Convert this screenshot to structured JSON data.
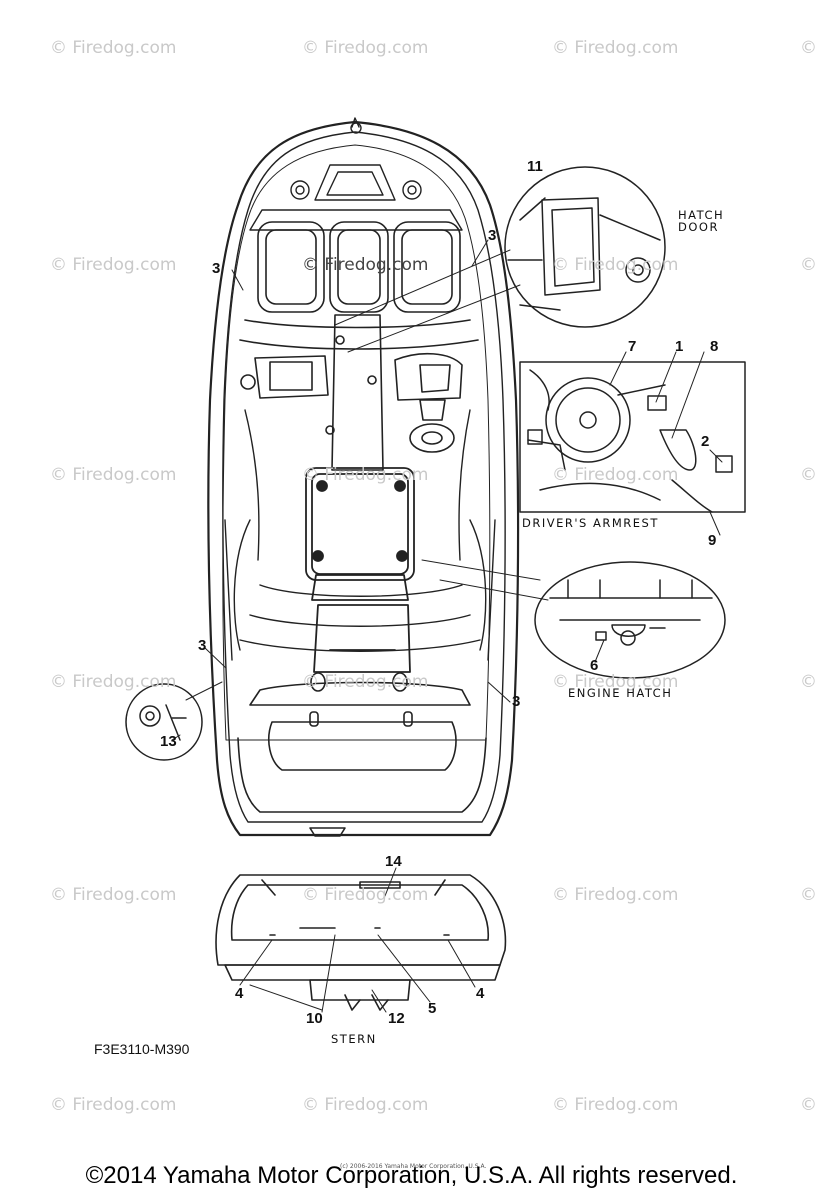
{
  "watermark": {
    "text": "© Firedog.com",
    "edge_glyph": "©",
    "color": "#c9c9c9"
  },
  "diagram": {
    "callouts": [
      "1",
      "2",
      "3",
      "4",
      "5",
      "6",
      "7",
      "8",
      "9",
      "10",
      "11",
      "12",
      "13",
      "14"
    ],
    "captions": {
      "hatch_door": [
        "HATCH",
        "DOOR"
      ],
      "drivers_armrest": "DRIVER'S ARMREST",
      "engine_hatch": "ENGINE HATCH",
      "stern": "STERN"
    },
    "illustration_code": "F3E3110-M390",
    "fine_print": "(c) 2006-2016 Yamaha Motor Corporation, U.S.A."
  },
  "footer": {
    "copyright": "©2014 Yamaha Motor Corporation, U.S.A. All rights reserved."
  }
}
